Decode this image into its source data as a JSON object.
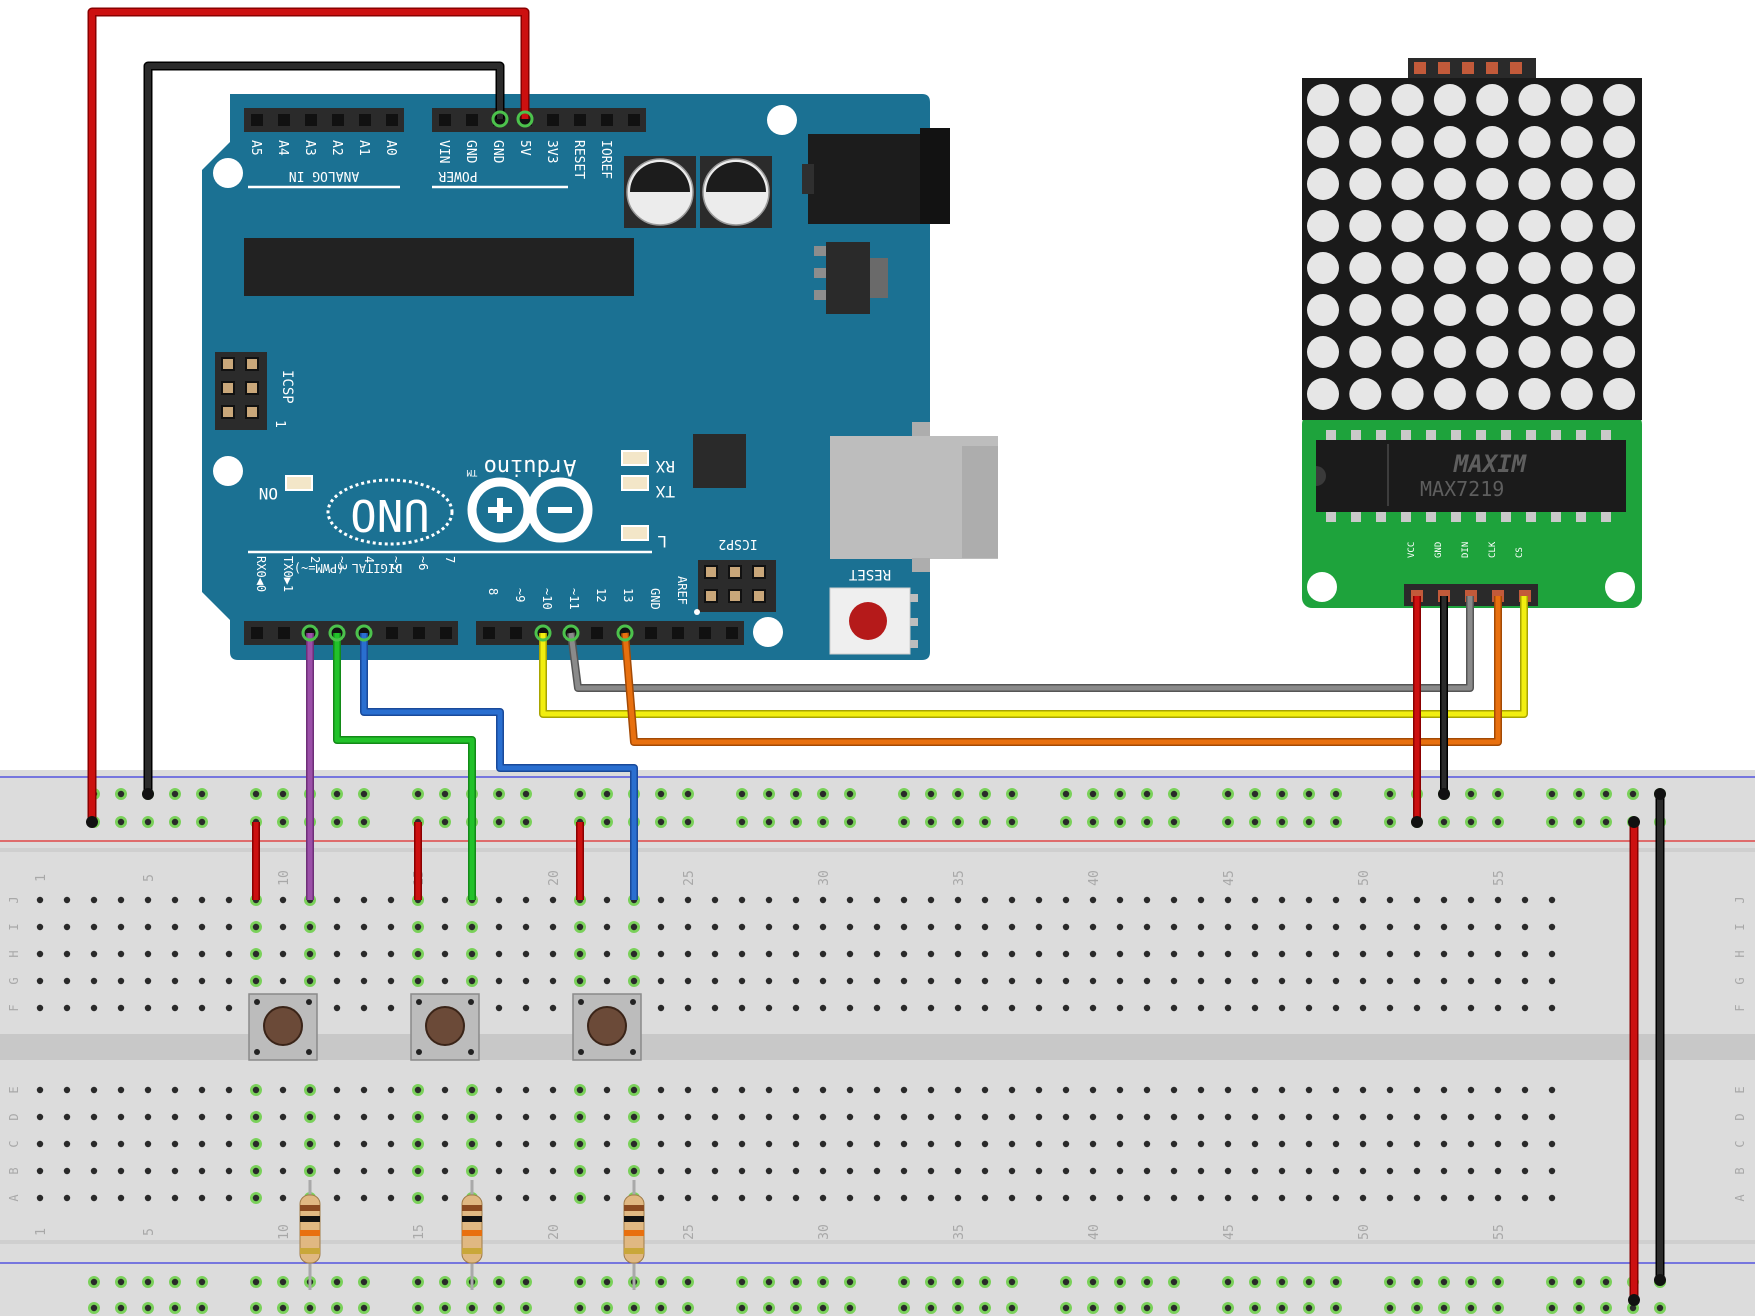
{
  "arduino": {
    "analog_header_label": "ANALOG IN",
    "power_header_label": "POWER",
    "analog_pins": [
      "A5",
      "A4",
      "A3",
      "A2",
      "A1",
      "A0"
    ],
    "power_pins": [
      "VIN",
      "GND",
      "GND",
      "5V",
      "3V3",
      "RESET",
      "IOREF"
    ],
    "digital_pins_high": [
      "8",
      "~9",
      "~10",
      "~11",
      "12",
      "13",
      "GND",
      "AREF"
    ],
    "digital_pins_low": [
      "RX0◀0",
      "TX0▶1",
      "2",
      "~3",
      "4",
      "~5",
      "~6",
      "7"
    ],
    "digital_header_label": "DIGITAL (PWM=~)",
    "icsp_label": "ICSP",
    "icsp2_label": "ICSP2",
    "icsp_pin1": "1",
    "led_rx": "RX",
    "led_tx": "TX",
    "led_l": "L",
    "led_on": "ON",
    "brand": "Arduino",
    "trademark": "TM",
    "model": "UNO",
    "reset_label": "RESET"
  },
  "matrix": {
    "chip_brand": "MAXIM",
    "chip_model": "MAX7219",
    "pins": [
      "VCC",
      "GND",
      "DIN",
      "CLK",
      "CS"
    ]
  },
  "breadboard": {
    "row_letters_top": [
      "J",
      "I",
      "H",
      "G",
      "F"
    ],
    "row_letters_bottom": [
      "E",
      "D",
      "C",
      "B",
      "A"
    ],
    "column_numbers": [
      "1",
      "5",
      "10",
      "15",
      "20",
      "25",
      "30",
      "35",
      "40",
      "45",
      "50",
      "55"
    ]
  },
  "colors": {
    "board_blue": "#1b7193",
    "wire_red": "#cc1010",
    "wire_black": "#1a1a1a",
    "wire_purple": "#9b4fa8",
    "wire_green": "#22c22a",
    "wire_blue": "#2a6fd0",
    "wire_yellow": "#f2ee10",
    "wire_gray": "#8a8a8a",
    "wire_orange": "#e8700f",
    "matrix_pcb": "#1ea33c",
    "breadboard": "#dcdcdc"
  }
}
